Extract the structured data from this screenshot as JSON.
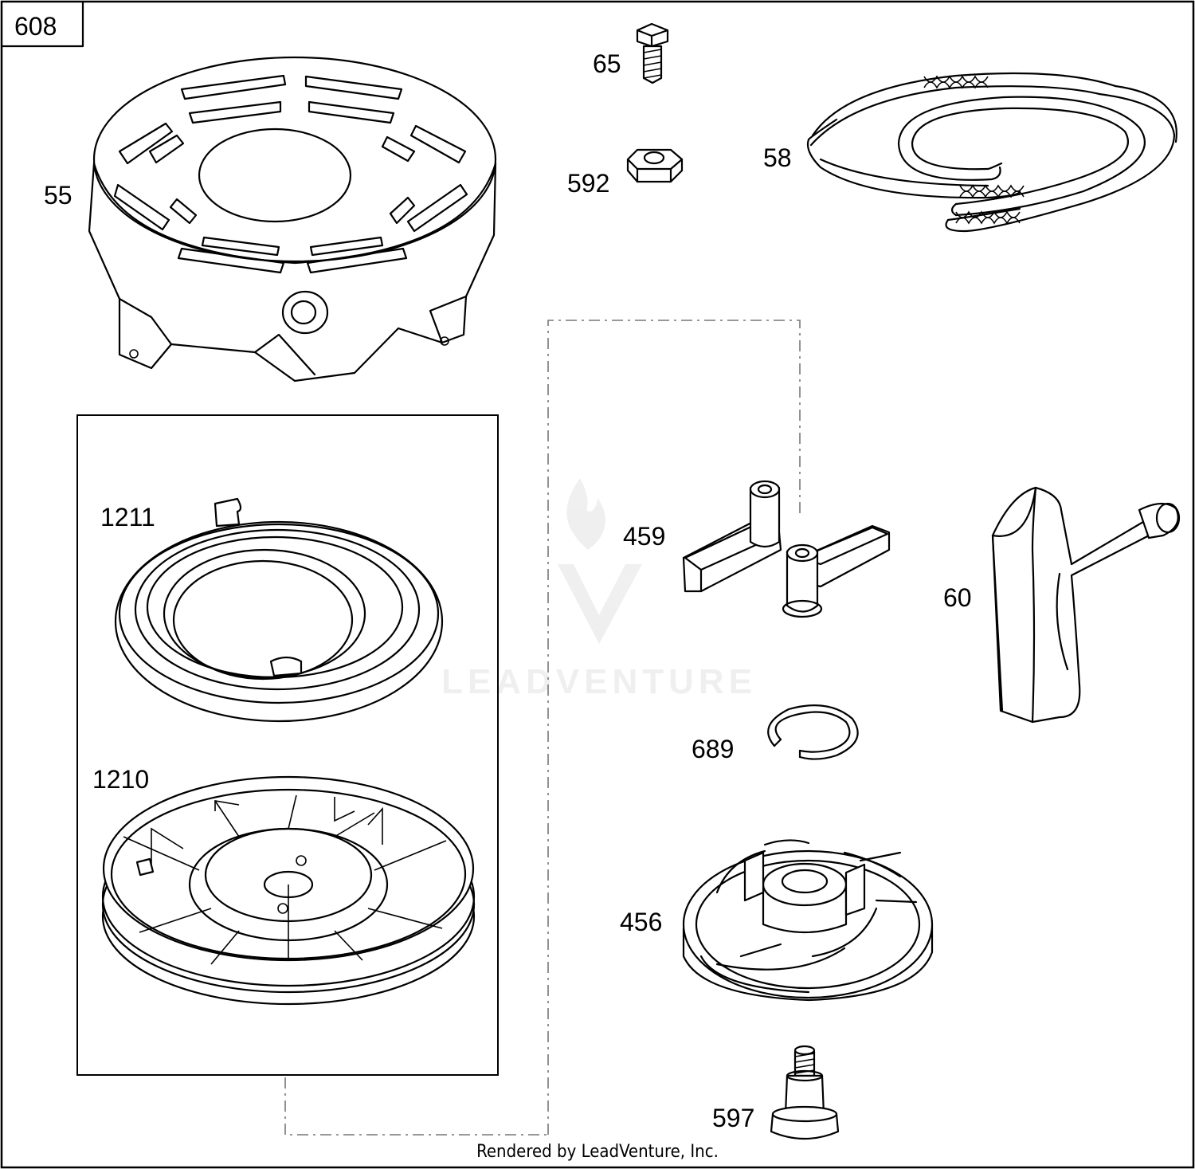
{
  "diagram_id": "608",
  "footer": "Rendered by LeadVenture, Inc.",
  "watermark": "LEADVENTURE",
  "parts": {
    "p55": "55",
    "p65": "65",
    "p592": "592",
    "p58": "58",
    "p1211": "1211",
    "p1210": "1210",
    "p459": "459",
    "p60": "60",
    "p689": "689",
    "p456": "456",
    "p597": "597"
  }
}
